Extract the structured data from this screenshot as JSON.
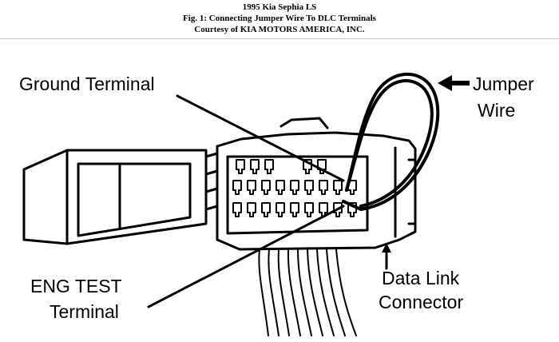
{
  "header": {
    "line1": "1995 Kia Sephia LS",
    "line2": "Fig. 1: Connecting Jumper Wire To DLC Terminals",
    "line3": "Courtesy of KIA MOTORS AMERICA, INC."
  },
  "labels": {
    "ground_terminal": "Ground Terminal",
    "jumper_wire_line1": "Jumper",
    "jumper_wire_line2": "Wire",
    "eng_test_line1": "ENG TEST",
    "eng_test_line2": "Terminal",
    "dlc_line1": "Data Link",
    "dlc_line2": "Connector"
  }
}
